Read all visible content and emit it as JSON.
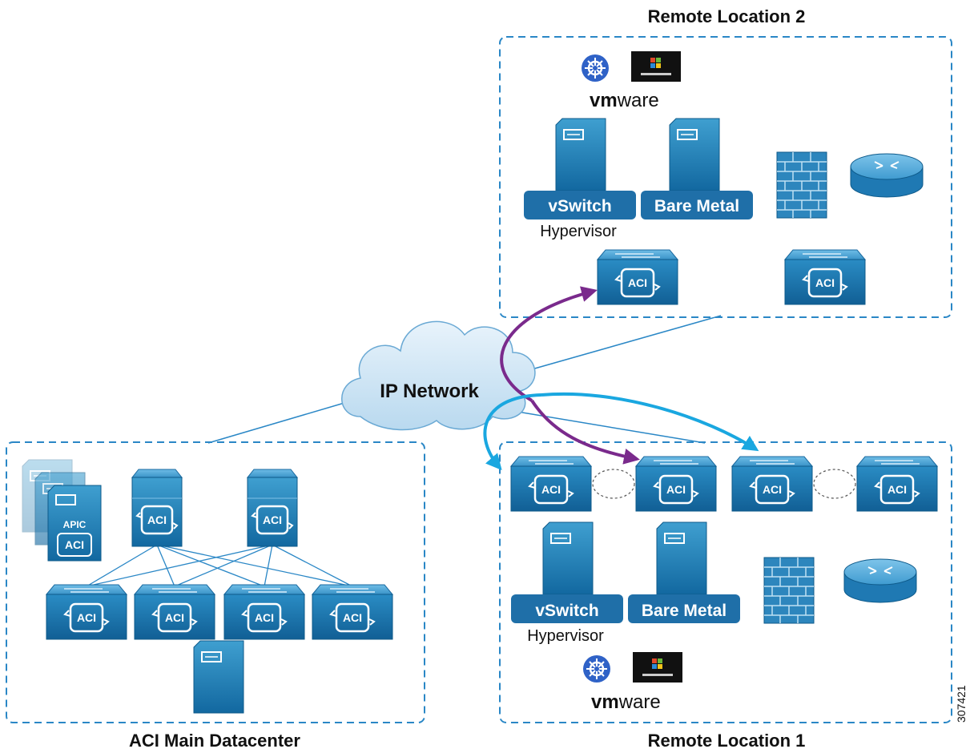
{
  "diagram": {
    "cloud_label": "IP Network",
    "regions": {
      "main": {
        "title": "ACI Main Datacenter",
        "controller_label": "APIC"
      },
      "remote1": {
        "title": "Remote Location 1",
        "vswitch_label": "vSwitch",
        "baremetal_label": "Bare Metal",
        "hypervisor_label": "Hypervisor",
        "vmware_bold": "vm",
        "vmware_light": "ware"
      },
      "remote2": {
        "title": "Remote Location 2",
        "vswitch_label": "vSwitch",
        "baremetal_label": "Bare Metal",
        "hypervisor_label": "Hypervisor",
        "vmware_bold": "vm",
        "vmware_light": "ware"
      }
    },
    "switch_badge": "ACI",
    "figure_number": "307421",
    "colors": {
      "device_blue": "#1f7fb3",
      "device_dark": "#0e5f8f",
      "border_dashed": "#2a87c6",
      "link_line": "#2a87c6",
      "arrow_purple": "#7a2a8c",
      "arrow_cyan": "#1aa7e0",
      "label_box": "#1f6fa8"
    },
    "icons": [
      "kubernetes-icon",
      "windows-icon",
      "vmware-logo",
      "firewall-icon",
      "router-icon",
      "server-icon",
      "switch-icon"
    ]
  }
}
